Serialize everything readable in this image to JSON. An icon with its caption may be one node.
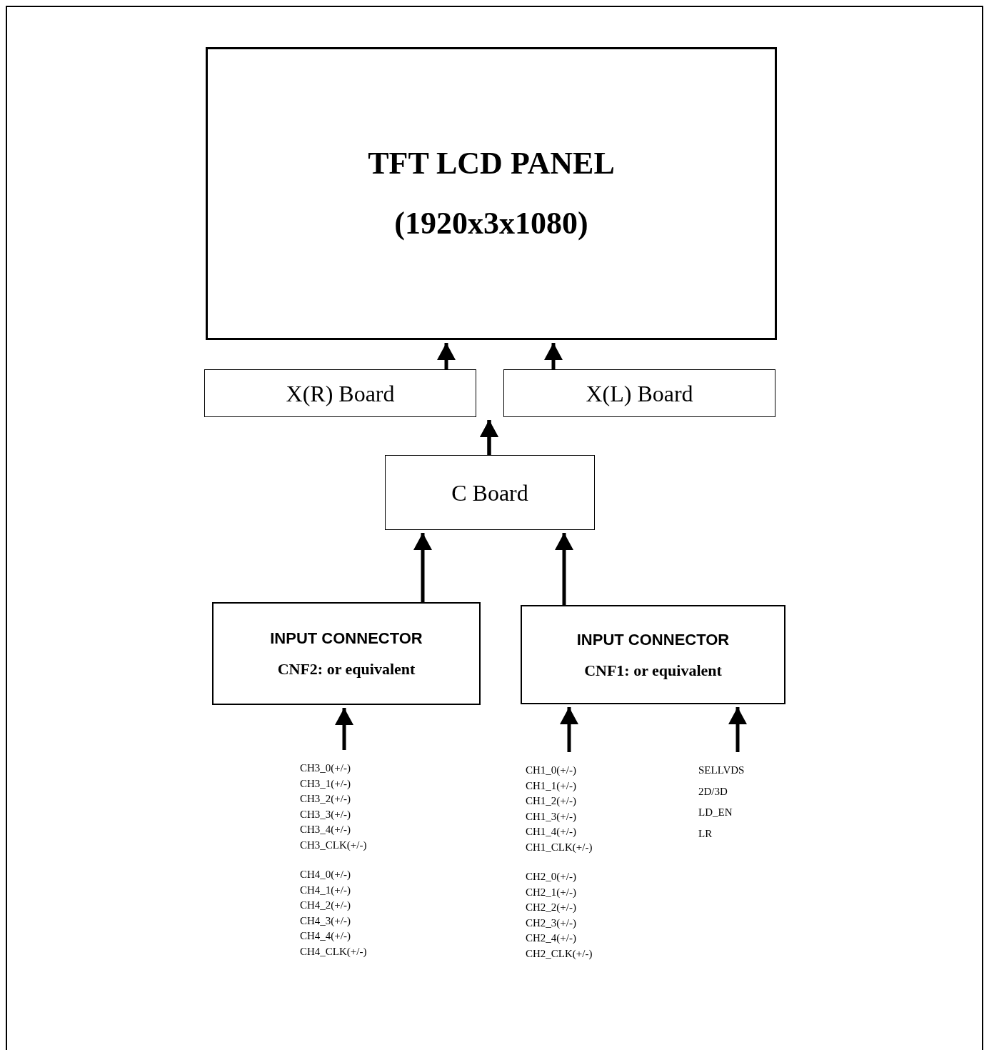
{
  "diagram": {
    "nodes": [
      {
        "text": [
          "TFT LCD PANEL",
          "(1920x3x1080)"
        ]
      },
      {
        "text": [
          "X(R) Board"
        ]
      },
      {
        "text": [
          "X(L) Board"
        ]
      },
      {
        "text": [
          "C Board"
        ]
      },
      {
        "text": [
          "INPUT CONNECTOR",
          "CNF2: or equivalent"
        ]
      },
      {
        "text": [
          "INPUT CONNECTOR",
          "CNF1: or equivalent"
        ]
      },
      {
        "text": [
          "CH3_0(+/-)",
          "CH3_1(+/-)",
          "CH3_2(+/-)",
          "CH3_3(+/-)",
          "CH3_4(+/-)",
          "CH3_CLK(+/-)",
          "CH4_0(+/-)",
          "CH4_1(+/-)",
          "CH4_2(+/-)",
          "CH4_3(+/-)",
          "CH4_4(+/-)",
          "CH4_CLK(+/-)"
        ]
      },
      {
        "text": [
          "CH1_0(+/-)",
          "CH1_1(+/-)",
          "CH1_2(+/-)",
          "CH1_3(+/-)",
          "CH1_4(+/-)",
          "CH1_CLK(+/-)",
          "CH2_0(+/-)",
          "CH2_1(+/-)",
          "CH2_2(+/-)",
          "CH2_3(+/-)",
          "CH2_4(+/-)",
          "CH2_CLK(+/-)"
        ]
      },
      {
        "text": [
          "SELLVDS",
          "2D/3D",
          "LD_EN",
          "LR"
        ]
      }
    ],
    "edges": [
      {
        "from": 1,
        "to": 0,
        "arrow": "to"
      },
      {
        "from": 2,
        "to": 0,
        "arrow": "to"
      },
      {
        "from": 3,
        "to": 1,
        "arrow": "to"
      },
      {
        "from": 3,
        "to": 2,
        "arrow": "to"
      },
      {
        "from": 4,
        "to": 3,
        "arrow": "to"
      },
      {
        "from": 5,
        "to": 3,
        "arrow": "to"
      },
      {
        "from": 6,
        "to": 4,
        "arrow": "to"
      },
      {
        "from": 7,
        "to": 5,
        "arrow": "to"
      },
      {
        "from": 8,
        "to": 5,
        "arrow": "to"
      }
    ]
  }
}
